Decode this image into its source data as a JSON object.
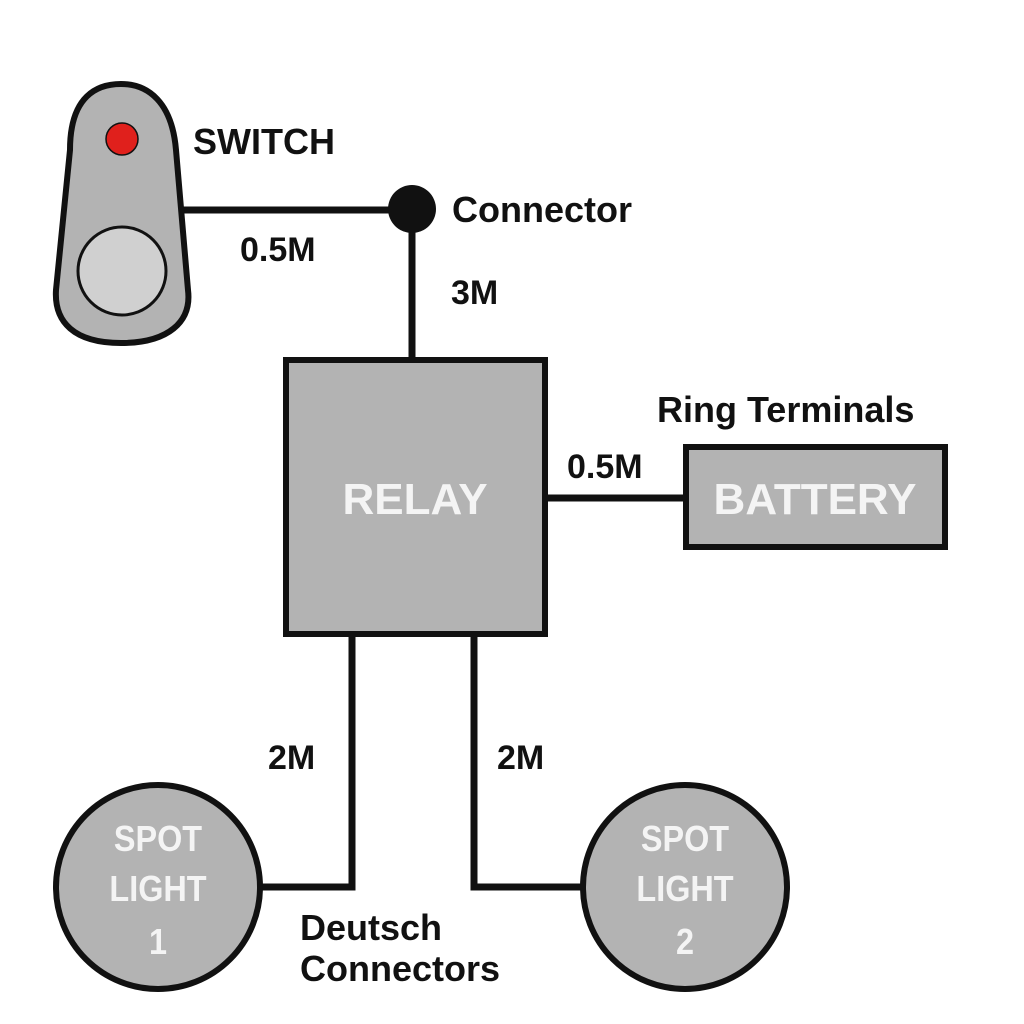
{
  "labels": {
    "switch": "SWITCH",
    "connector": "Connector",
    "ring_terminals": "Ring Terminals",
    "deutsch_line1": "Deutsch",
    "deutsch_line2": "Connectors"
  },
  "components": {
    "relay": "RELAY",
    "battery": "BATTERY",
    "spot_light_1": [
      "SPOT",
      "LIGHT",
      "1"
    ],
    "spot_light_2": [
      "SPOT",
      "LIGHT",
      "2"
    ]
  },
  "wire_lengths": {
    "switch_to_connector": "0.5M",
    "connector_to_relay": "3M",
    "relay_to_battery": "0.5M",
    "relay_to_spot_light_1": "2M",
    "relay_to_spot_light_2": "2M"
  },
  "colors": {
    "component_fill": "#b3b3b3",
    "outline": "#111111",
    "indicator": "#e0201c",
    "switch_button": "#d0d0d0",
    "inner_text": "#f4f4f4"
  }
}
